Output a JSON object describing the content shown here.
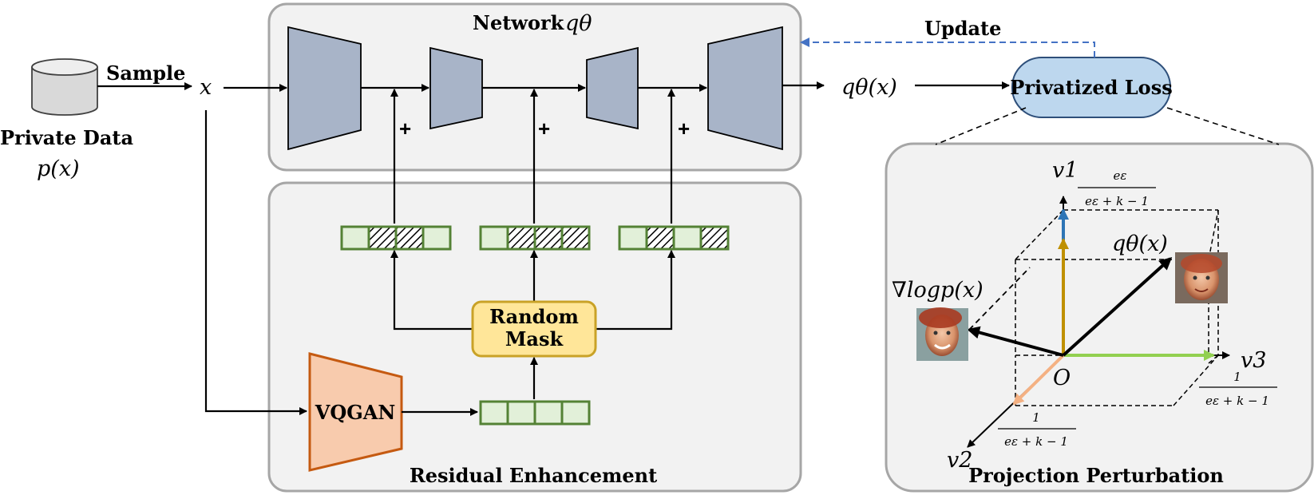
{
  "labels": {
    "network_title": "Network",
    "network_symbol": "qθ",
    "update": "Update",
    "sample": "Sample",
    "private_data": "Private Data",
    "private_data_symbol": "p(x)",
    "input_x": "x",
    "output": "qθ(x)",
    "privatized_loss": "Privatized Loss",
    "random_mask_line1": "Random",
    "random_mask_line2": "Mask",
    "vqgan": "VQGAN",
    "residual_enhancement": "Residual Enhancement",
    "projection_perturbation": "Projection Perturbation",
    "plus": "+"
  },
  "projection": {
    "v1": "v1",
    "v2": "v2",
    "v3": "v3",
    "origin": "O",
    "qtheta": "qθ(x)",
    "grad": "∇logp(x)",
    "frac_top": "eε",
    "frac_bottom": "eε + k − 1",
    "frac_one": "1"
  },
  "colors": {
    "panel_fill": "#f2f2f2",
    "panel_stroke": "#a6a6a6",
    "encoder_fill": "#a8b4c8",
    "loss_fill": "#bdd7ee",
    "loss_stroke": "#2e4f7a",
    "mask_fill": "#ffe699",
    "mask_stroke": "#c9a227",
    "vqgan_fill": "#f8cbad",
    "vqgan_stroke": "#c55a11",
    "token_fill": "#e2f0d9",
    "token_stroke": "#548235",
    "update_arrow": "#4472c4",
    "axis_v1": "#2e75b6",
    "axis_v1_inner": "#bf9000",
    "axis_v2": "#f4b183",
    "axis_v3": "#92d050"
  },
  "token_groups": [
    {
      "name": "token-group-1",
      "hatched": [
        false,
        true,
        true,
        false
      ]
    },
    {
      "name": "token-group-2",
      "hatched": [
        false,
        true,
        true,
        true
      ]
    },
    {
      "name": "token-group-3",
      "hatched": [
        false,
        true,
        false,
        true
      ]
    },
    {
      "name": "token-group-vqgan",
      "hatched": [
        false,
        false,
        false,
        false
      ]
    }
  ]
}
